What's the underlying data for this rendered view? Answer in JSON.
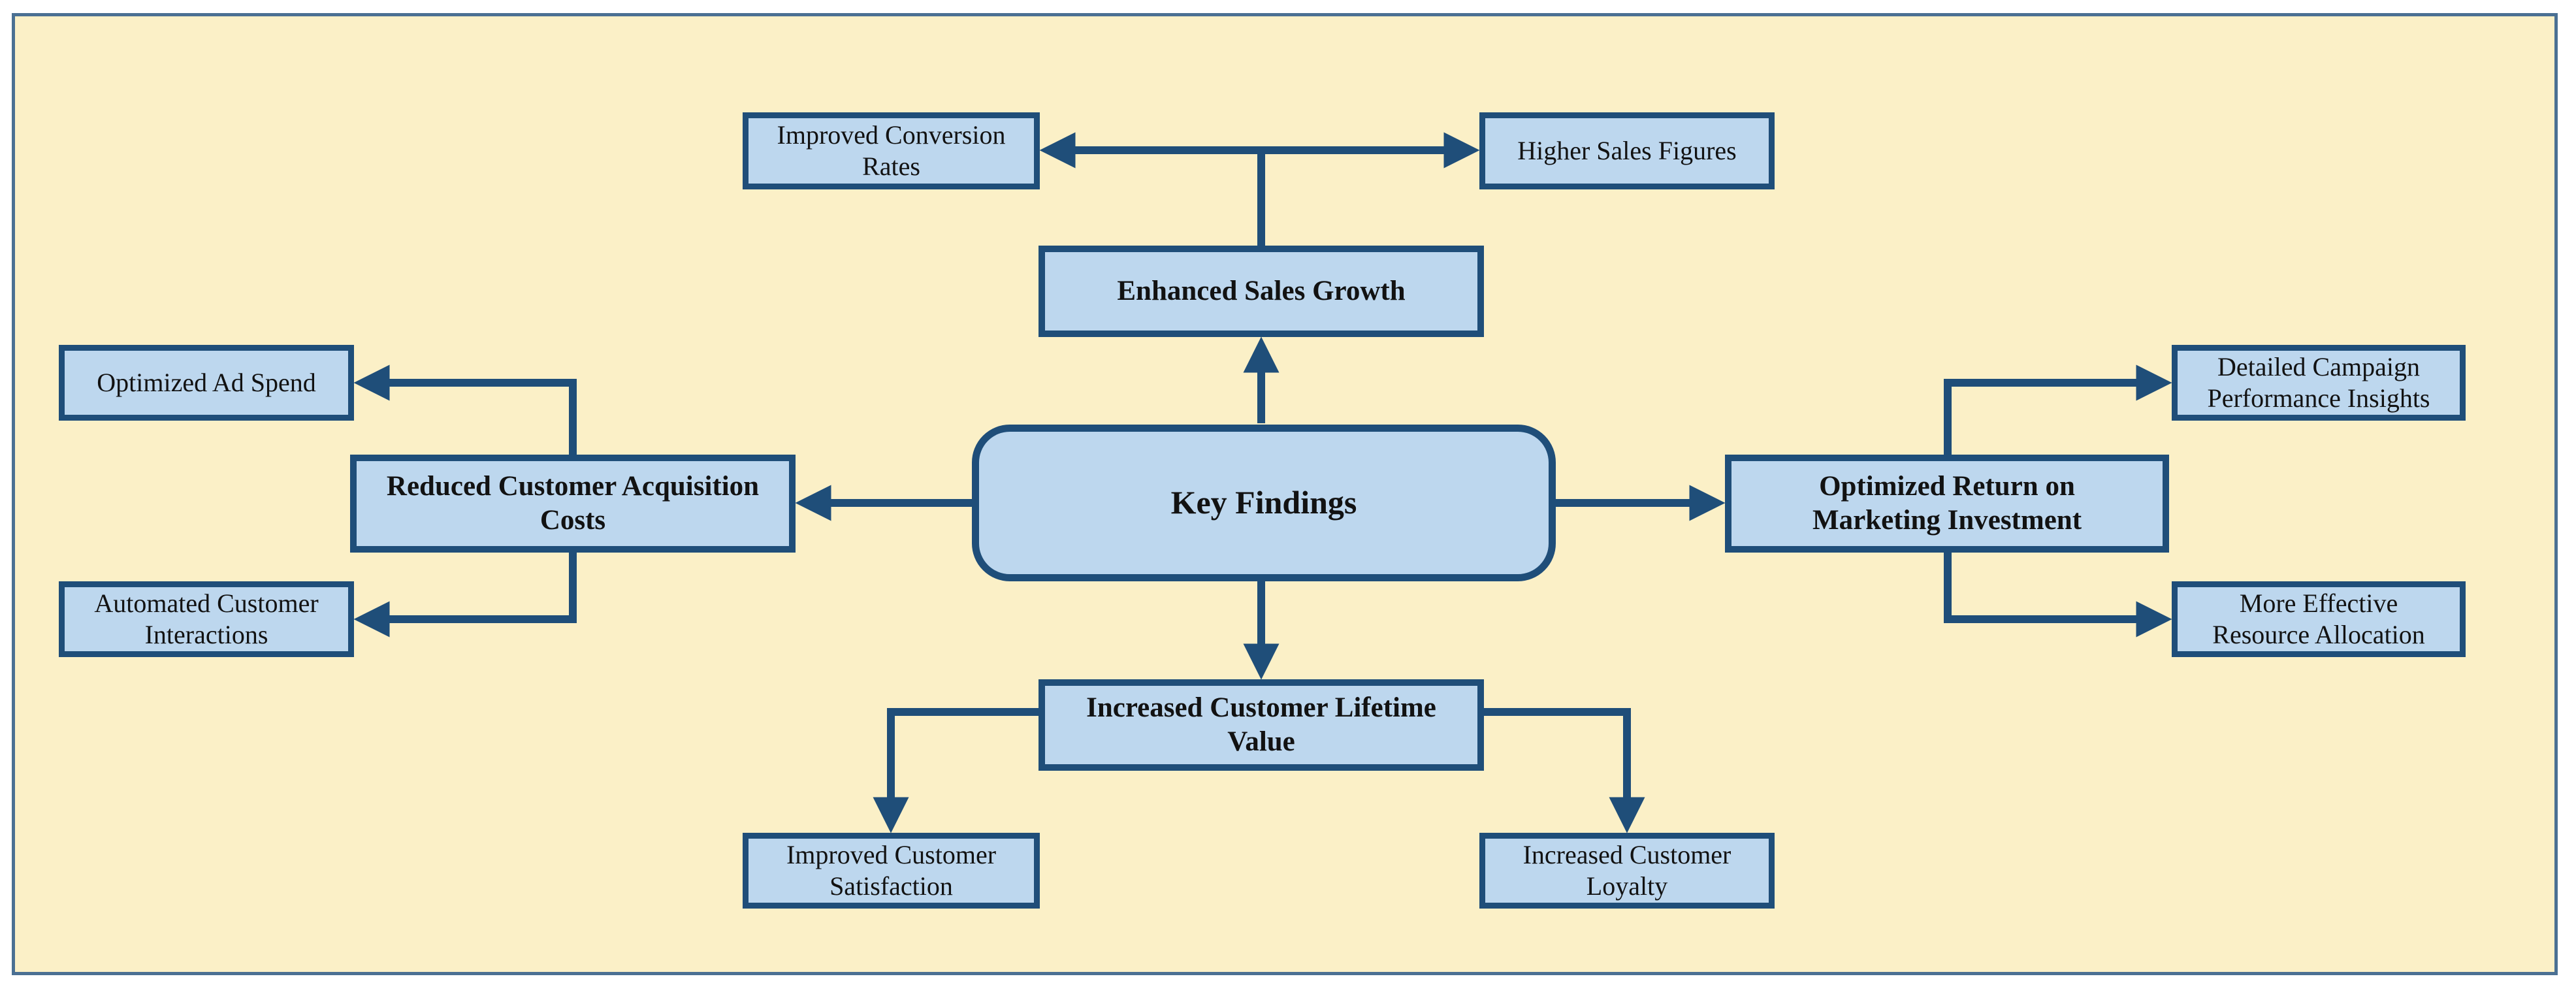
{
  "colors": {
    "canvas_background": "#FBF0C7",
    "frame_border": "#4B7093",
    "node_fill": "#BDD7EE",
    "node_border": "#1F4E79",
    "connector": "#1F4E79",
    "text_color": "#121212"
  },
  "diagram": {
    "center": {
      "label": "Key Findings"
    },
    "branches": [
      {
        "label": "Enhanced Sales Growth",
        "children": [
          {
            "label": "Improved Conversion Rates"
          },
          {
            "label": "Higher Sales Figures"
          }
        ]
      },
      {
        "label": "Reduced Customer Acquisition Costs",
        "children": [
          {
            "label": "Optimized Ad Spend"
          },
          {
            "label": "Automated Customer Interactions"
          }
        ]
      },
      {
        "label": "Optimized Return on Marketing Investment",
        "children": [
          {
            "label": "Detailed Campaign Performance Insights"
          },
          {
            "label": "More Effective Resource Allocation"
          }
        ]
      },
      {
        "label": "Increased Customer Lifetime Value",
        "children": [
          {
            "label": "Improved Customer Satisfaction"
          },
          {
            "label": "Increased Customer Loyalty"
          }
        ]
      }
    ]
  }
}
